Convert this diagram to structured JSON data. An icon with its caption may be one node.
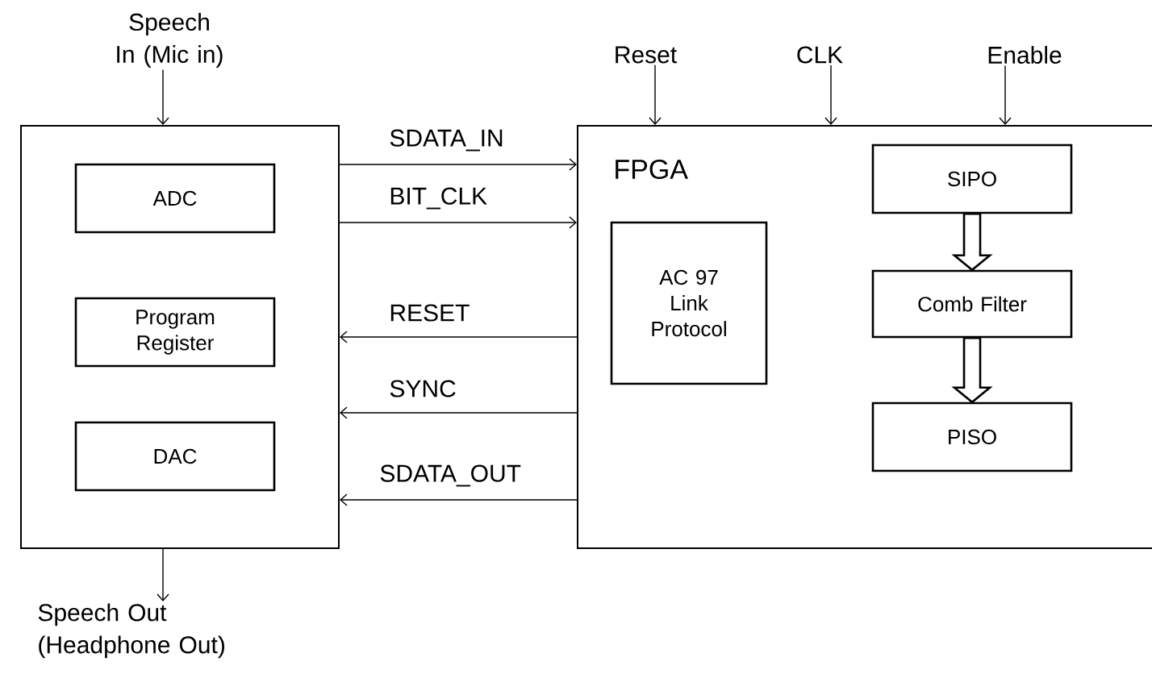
{
  "diagram": {
    "nodes": [
      {
        "text": [
          "Speech In (Mic in)"
        ]
      },
      {
        "text": [],
        "shape": "box"
      },
      {
        "text": [
          "ADC"
        ],
        "in": 1
      },
      {
        "text": [
          "Program Register"
        ],
        "in": 1
      },
      {
        "text": [
          "DAC"
        ],
        "in": 1
      },
      {
        "text": [
          "Speech Out (Headphone Out)"
        ]
      },
      {
        "text": [
          "Reset"
        ]
      },
      {
        "text": [
          "CLK"
        ]
      },
      {
        "text": [
          "Enable"
        ]
      },
      {
        "text": [
          "FPGA"
        ]
      },
      {
        "text": [
          "AC 97 Link Protocol"
        ],
        "in": 9
      },
      {
        "text": [
          "SIPO"
        ],
        "in": 9
      },
      {
        "text": [
          "Comb Filter"
        ],
        "in": 9
      },
      {
        "text": [
          "PISO"
        ],
        "in": 9
      }
    ],
    "edges": [
      {
        "from": 0,
        "to": 1,
        "arrow": "to"
      },
      {
        "from": 1,
        "to": 5,
        "arrow": "to"
      },
      {
        "from": 6,
        "to": 9,
        "arrow": "to"
      },
      {
        "from": 7,
        "to": 9,
        "arrow": "to"
      },
      {
        "from": 8,
        "to": 9,
        "arrow": "to"
      },
      {
        "from": 1,
        "to": 9,
        "arrow": "to",
        "label": "SDATA_IN"
      },
      {
        "from": 1,
        "to": 9,
        "arrow": "to",
        "label": "BIT_CLK"
      },
      {
        "from": 9,
        "to": 1,
        "arrow": "to",
        "label": "RESET"
      },
      {
        "from": 9,
        "to": 1,
        "arrow": "to",
        "label": "SYNC"
      },
      {
        "from": 9,
        "to": 1,
        "arrow": "to",
        "label": "SDATA_OUT"
      },
      {
        "from": 11,
        "to": 12,
        "arrow": "to",
        "style": "thick"
      },
      {
        "from": 12,
        "to": 13,
        "arrow": "to",
        "style": "thick"
      }
    ]
  }
}
